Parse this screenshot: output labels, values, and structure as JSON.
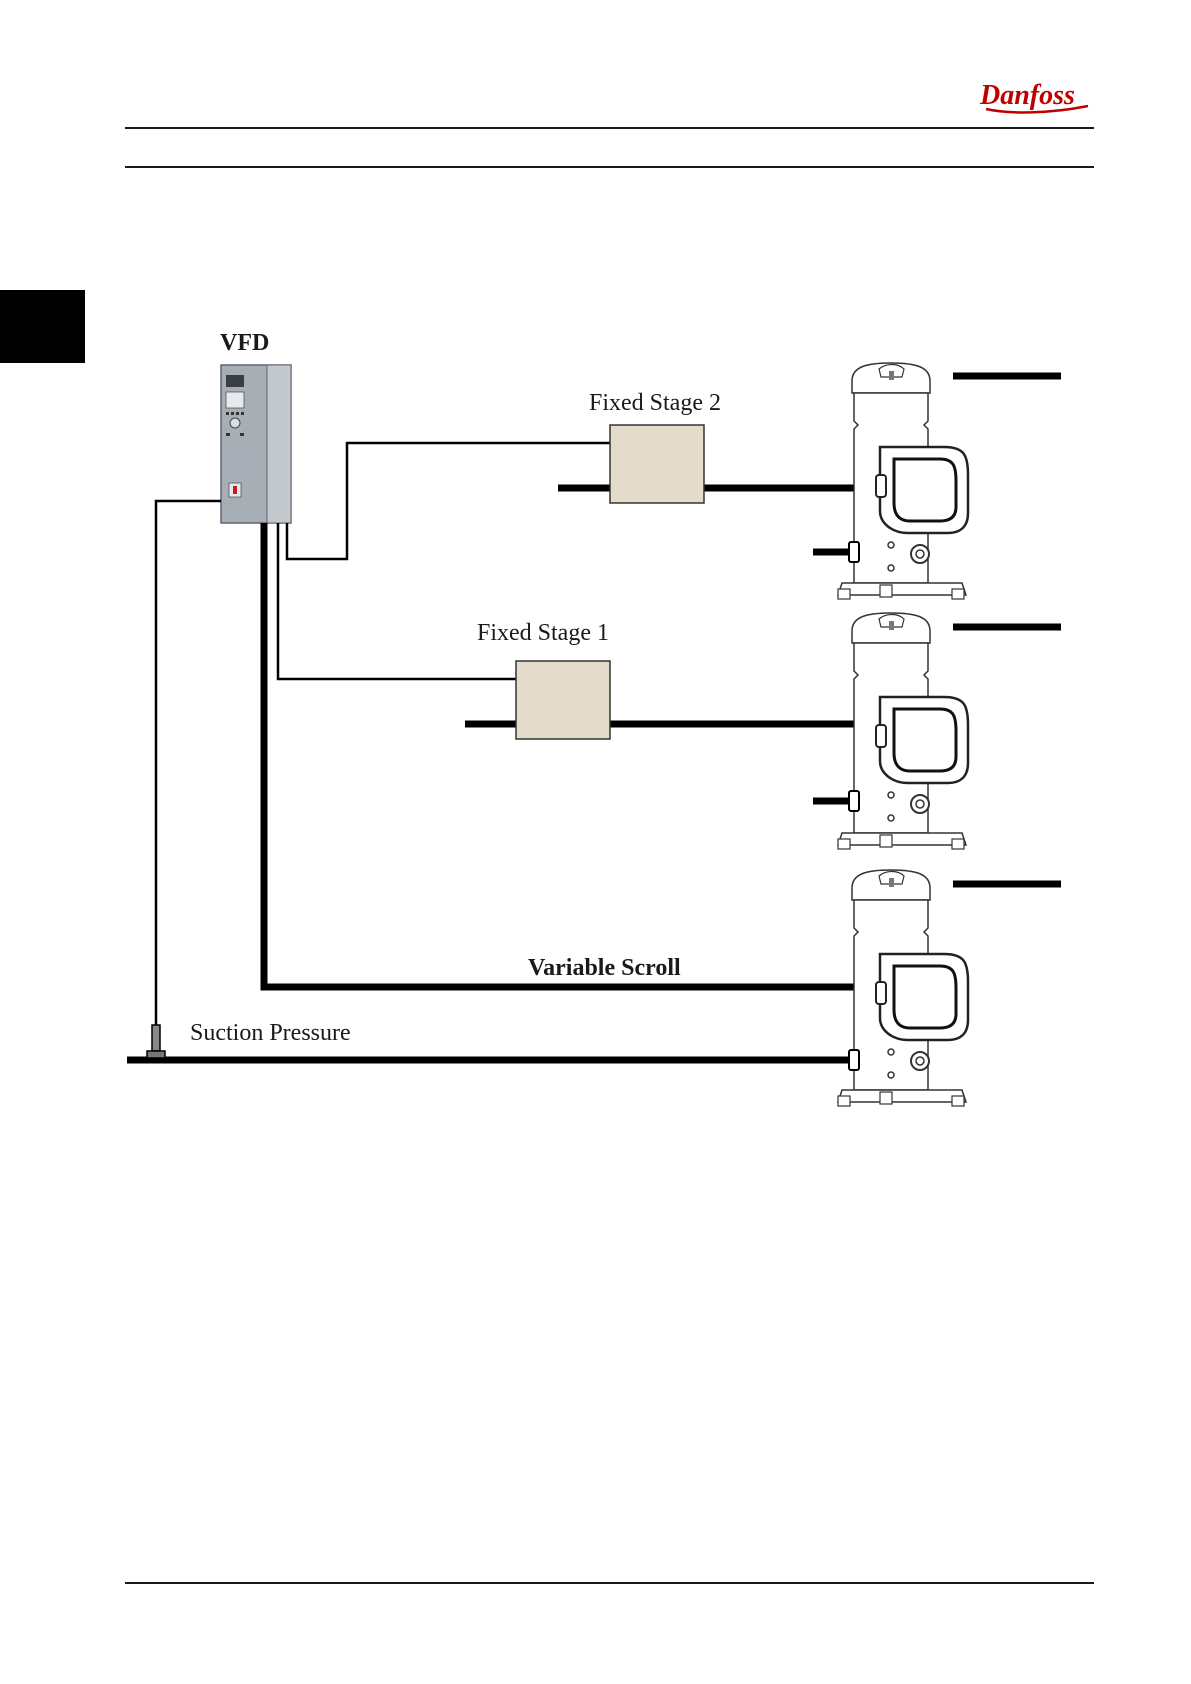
{
  "header": {
    "brand": "Danfoss"
  },
  "diagram": {
    "vfd_label": "VFD",
    "fixed_stage_2": "Fixed Stage 2",
    "fixed_stage_1": "Fixed Stage 1",
    "variable_scroll": "Variable Scroll",
    "suction_pressure": "Suction Pressure"
  },
  "colors": {
    "line": "#000000",
    "contactor_fill": "#e3dccb",
    "vfd_body": "#a7aeb6"
  }
}
